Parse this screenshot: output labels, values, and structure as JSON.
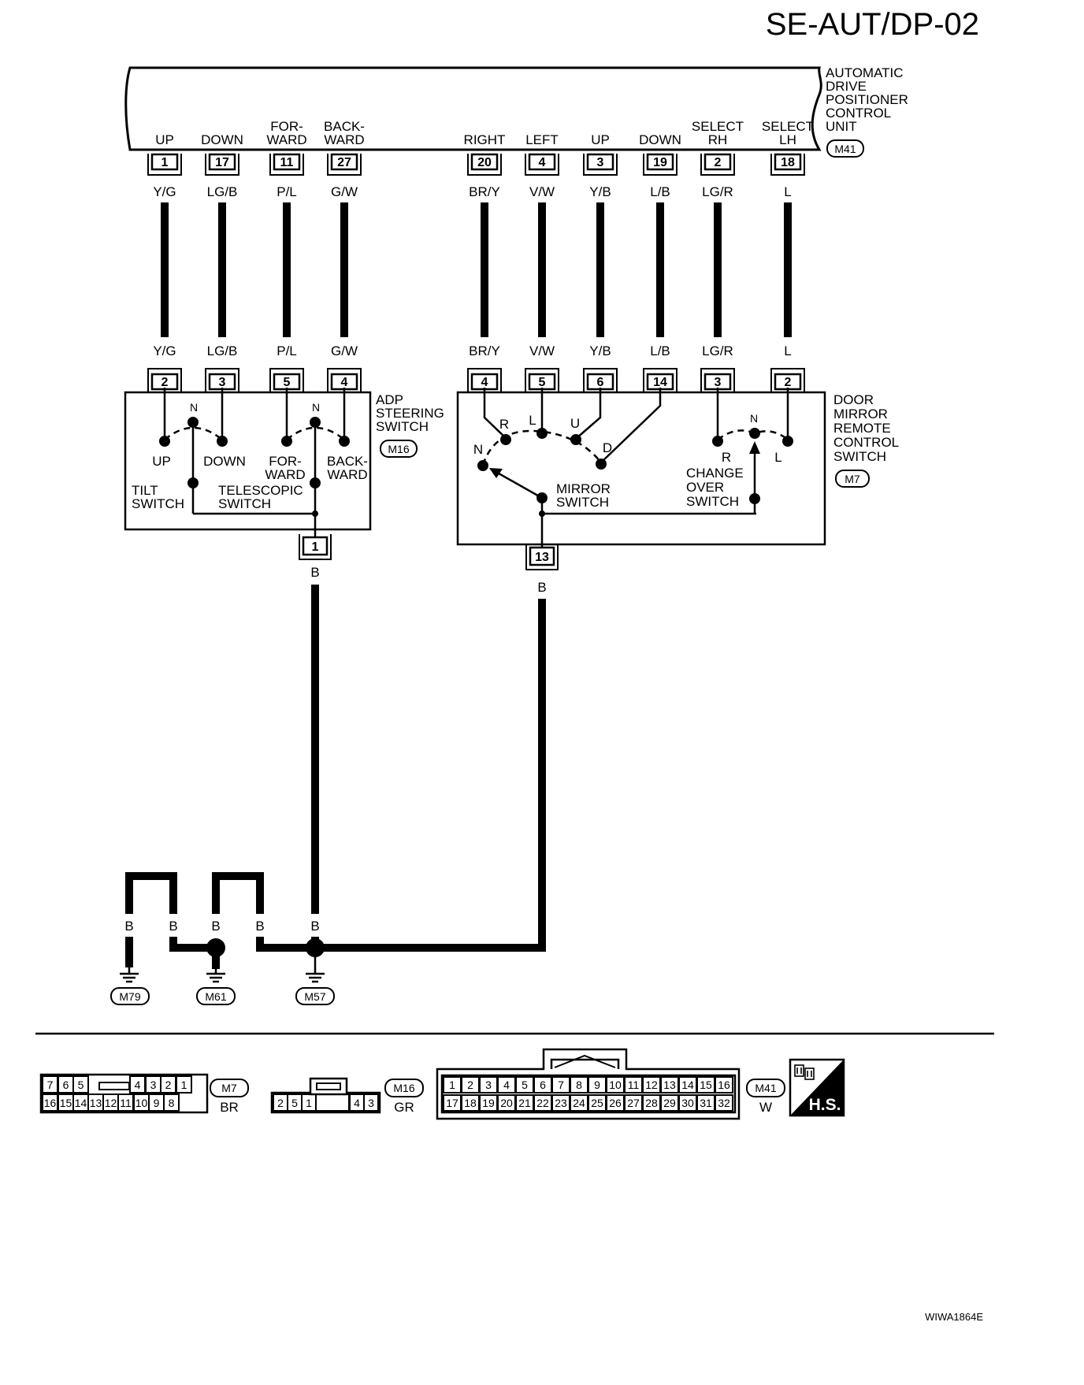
{
  "page_title": "SE-AUT/DP-02",
  "image_code": "WIWA1864E",
  "control_unit": {
    "name_lines": [
      "AUTOMATIC",
      "DRIVE",
      "POSITIONER",
      "CONTROL",
      "UNIT"
    ],
    "connector": "M41",
    "terminals": [
      {
        "label": [
          "UP"
        ],
        "pin": "1",
        "wire": "Y/G"
      },
      {
        "label": [
          "DOWN"
        ],
        "pin": "17",
        "wire": "LG/B"
      },
      {
        "label": [
          "FOR-",
          "WARD"
        ],
        "pin": "11",
        "wire": "P/L"
      },
      {
        "label": [
          "BACK-",
          "WARD"
        ],
        "pin": "27",
        "wire": "G/W"
      },
      {
        "label": [
          "RIGHT"
        ],
        "pin": "20",
        "wire": "BR/Y"
      },
      {
        "label": [
          "LEFT"
        ],
        "pin": "4",
        "wire": "V/W"
      },
      {
        "label": [
          "UP"
        ],
        "pin": "3",
        "wire": "Y/B"
      },
      {
        "label": [
          "DOWN"
        ],
        "pin": "19",
        "wire": "L/B"
      },
      {
        "label": [
          "SELECT",
          "RH"
        ],
        "pin": "2",
        "wire": "LG/R"
      },
      {
        "label": [
          "SELECT",
          "LH"
        ],
        "pin": "18",
        "wire": "L"
      }
    ]
  },
  "adp_switch": {
    "name_lines": [
      "ADP",
      "STEERING",
      "SWITCH"
    ],
    "connector": "M16",
    "pins": [
      "2",
      "3",
      "5",
      "4"
    ],
    "ground_pin": "1",
    "contact_n": "N",
    "up": "UP",
    "down": "DOWN",
    "forward": [
      "FOR-",
      "WARD"
    ],
    "backward": [
      "BACK-",
      "WARD"
    ],
    "tilt": [
      "TILT",
      "SWITCH"
    ],
    "telescopic": [
      "TELESCOPIC",
      "SWITCH"
    ]
  },
  "mirror_switch": {
    "name_lines": [
      "DOOR",
      "MIRROR",
      "REMOTE",
      "CONTROL",
      "SWITCH"
    ],
    "connector": "M7",
    "pins": [
      "4",
      "5",
      "6",
      "14",
      "3",
      "2"
    ],
    "ground_pin": "13",
    "r": "R",
    "l": "L",
    "u": "U",
    "d": "D",
    "n": "N",
    "mirror": [
      "MIRROR",
      "SWITCH"
    ],
    "changeover": [
      "CHANGE",
      "OVER",
      "SWITCH"
    ]
  },
  "ground": {
    "wire": "B",
    "connectors": [
      "M79",
      "M61",
      "M57"
    ]
  },
  "connectors_view": {
    "m7": {
      "id": "M7",
      "color": "BR",
      "top": [
        "7",
        "6",
        "5",
        "",
        "4",
        "3",
        "2",
        "1"
      ],
      "bottom": [
        "16",
        "15",
        "14",
        "13",
        "12",
        "11",
        "10",
        "9",
        "8"
      ]
    },
    "m16": {
      "id": "M16",
      "color": "GR",
      "bottom": [
        "2",
        "5",
        "1",
        "",
        "4",
        "3"
      ]
    },
    "m41": {
      "id": "M41",
      "color": "W",
      "top": [
        "1",
        "2",
        "3",
        "4",
        "5",
        "6",
        "7",
        "8",
        "9",
        "10",
        "11",
        "12",
        "13",
        "14",
        "15",
        "16"
      ],
      "bottom": [
        "17",
        "18",
        "19",
        "20",
        "21",
        "22",
        "23",
        "24",
        "25",
        "26",
        "27",
        "28",
        "29",
        "30",
        "31",
        "32"
      ]
    },
    "hs_label": "H.S."
  }
}
